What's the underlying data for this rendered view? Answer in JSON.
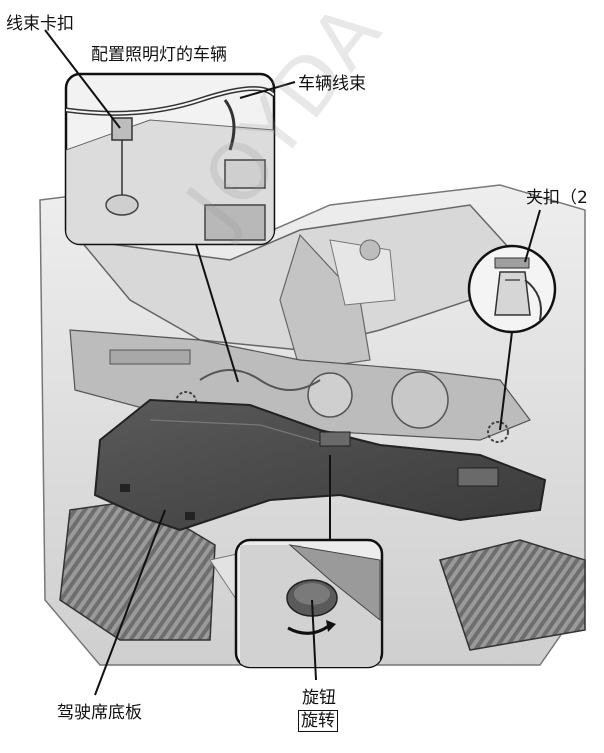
{
  "labels": {
    "harness_clip": "线束卡扣",
    "lighting_vehicle": "配置照明灯的车辆",
    "vehicle_harness": "车辆线束",
    "clips": "夹扣（2",
    "driver_floor_panel": "驾驶席底板",
    "knob": "旋钮",
    "rotate": "旋转"
  },
  "watermark": "JOYDA"
}
